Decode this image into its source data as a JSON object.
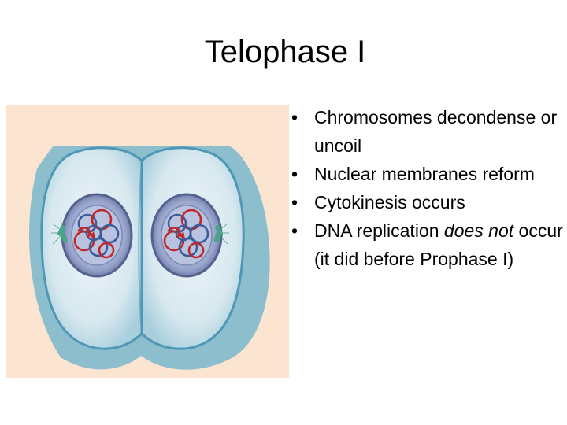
{
  "slide": {
    "title": "Telophase I"
  },
  "bullets": [
    {
      "marker": "•",
      "text": "Chromosomes decondense or uncoil"
    },
    {
      "marker": "•",
      "text": "Nuclear membranes reform"
    },
    {
      "marker": "•",
      "text": "Cytokinesis occurs"
    },
    {
      "marker": "•",
      "text_before": "DNA replication ",
      "text_italic": "does not",
      "text_after": " occur  (it did before Prophase I)"
    }
  ],
  "colors": {
    "figure_background": "#fbe4d0",
    "cell_fill": "#dcebf1",
    "cell_edge": "#4f97b6",
    "cell_shadow": "#79b7cc",
    "nucleus": "#6f7fae",
    "chromosome_red": "#c0262a",
    "chromosome_blue": "#3a5c9b",
    "spindle": "#4aa58a"
  }
}
